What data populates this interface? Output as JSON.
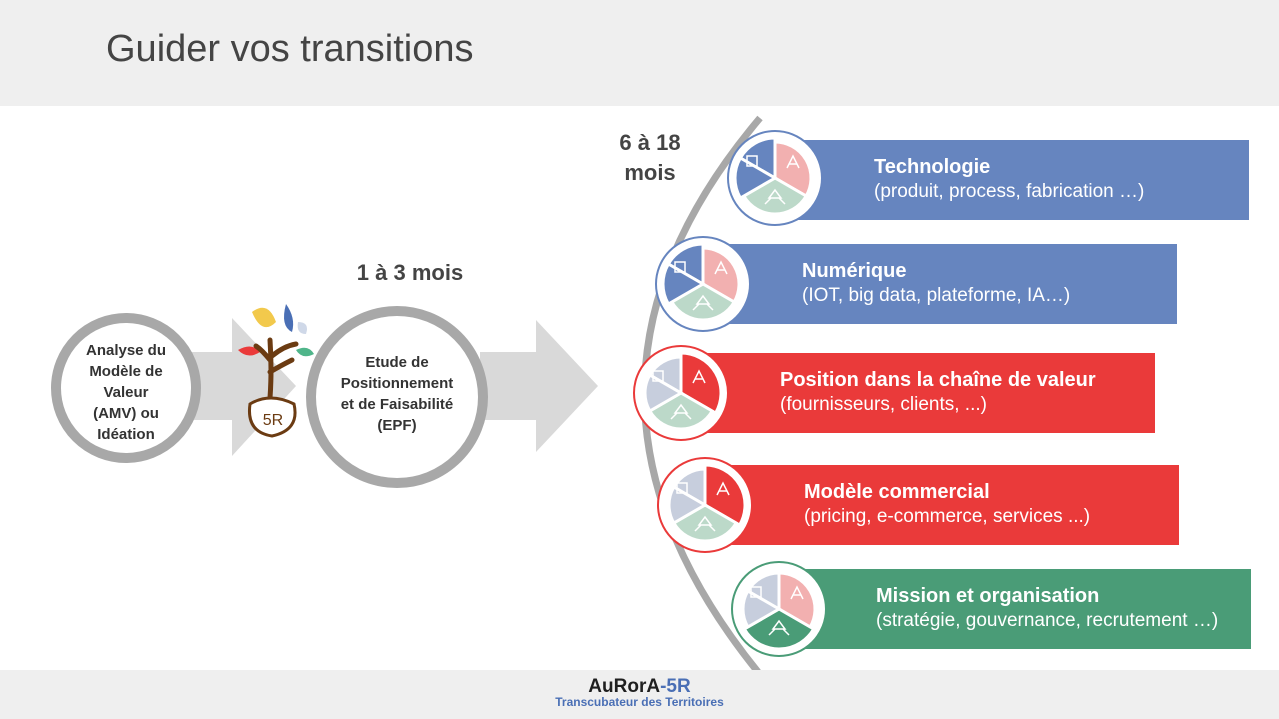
{
  "header": {
    "title": "Guider vos transitions"
  },
  "steps": {
    "amv": "Analyse du Modèle de Valeur (AMV) ou Idéation",
    "amv_lines": [
      "Analyse du",
      "Modèle de",
      "Valeur",
      "(AMV) ou",
      "Idéation"
    ],
    "epf_lines": [
      "Etude de",
      "Positionnement",
      "et de Faisabilité",
      "(EPF)"
    ],
    "logo_label": "5R"
  },
  "durations": {
    "short": "1 à 3 mois",
    "long_line1": "6 à 18",
    "long_line2": "mois"
  },
  "transitions": [
    {
      "title": "Technologie",
      "subtitle": "(produit, process, fabrication …)",
      "color": "#6685bf",
      "active": "tech"
    },
    {
      "title": "Numérique",
      "subtitle": "(IOT, big data, plateforme, IA…)",
      "color": "#6685bf",
      "active": "tech"
    },
    {
      "title": "Position dans la chaîne de valeur",
      "subtitle": "(fournisseurs, clients, ...)",
      "color": "#ea3a3a",
      "active": "market"
    },
    {
      "title": "Modèle commercial",
      "subtitle": "(pricing, e-commerce, services ...)",
      "color": "#ea3a3a",
      "active": "market"
    },
    {
      "title": "Mission et organisation",
      "subtitle": "(stratégie, gouvernance, recrutement …)",
      "color": "#4a9c77",
      "active": "org"
    }
  ],
  "footer": {
    "brand_main": "AuRorA",
    "brand_accent": "-5R",
    "brand_sub": "Transcubateur des Territoires"
  },
  "colors": {
    "blue": "#6685bf",
    "red": "#ea3a3a",
    "green": "#4a9c77",
    "gray": "#a8a8a8",
    "arrow": "#d9d9d9"
  }
}
